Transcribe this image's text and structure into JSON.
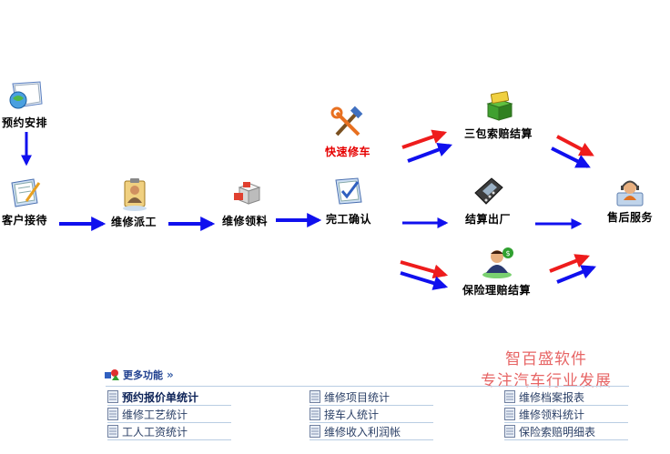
{
  "flow": {
    "appointment": "预约安排",
    "reception": "客户接待",
    "dispatch": "维修派工",
    "materials": "维修领料",
    "quick_repair": "快速修车",
    "completion": "完工确认",
    "warranty": "三包索赔结算",
    "checkout": "结算出厂",
    "insurance": "保险理赔结算",
    "after_sales": "售后服务"
  },
  "watermark": {
    "line1": "智百盛软件",
    "line2": "专注汽车行业发展"
  },
  "more": {
    "title": "更多功能",
    "links": [
      [
        "预约报价单统计",
        "维修项目统计",
        "维修档案报表"
      ],
      [
        "维修工艺统计",
        "接车人统计",
        "维修领料统计"
      ],
      [
        "工人工资统计",
        "维修收入利润帐",
        "保险索赔明细表"
      ]
    ]
  },
  "colors": {
    "blue_arrow": "#1010ee",
    "red_arrow": "#ee1c1c",
    "quick_repair_label": "#e60000",
    "watermark": "#e76565"
  }
}
